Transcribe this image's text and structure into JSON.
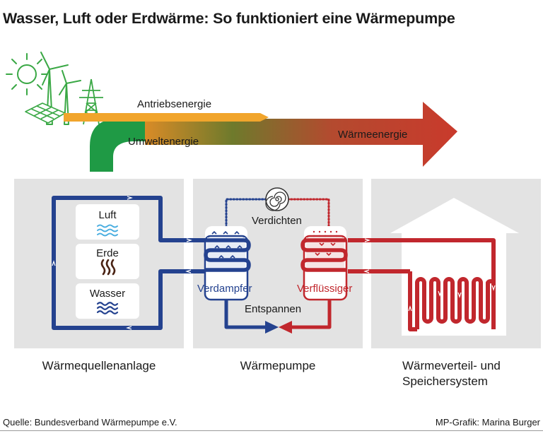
{
  "title": "Wasser, Luft oder Erdwärme: So funktioniert eine Wärmepumpe",
  "flow": {
    "drive_energy": "Antriebsenergie",
    "environment_energy": "Umweltenergie",
    "heat_energy": "Wärmeenergie"
  },
  "sources": {
    "air": "Luft",
    "earth": "Erde",
    "water": "Wasser"
  },
  "pump": {
    "compress": "Verdichten",
    "evaporator": "Verdampfer",
    "condenser": "Verflüssiger",
    "expand": "Entspannen"
  },
  "columns": {
    "source_system": "Wärmequellenanlage",
    "heat_pump": "Wärmepumpe",
    "distribution_line1": "Wärmeverteil- und",
    "distribution_line2": "Speichersystem"
  },
  "footer": {
    "source": "Quelle: Bundesverband Wärmepumpe e.V.",
    "credit": "MP-Grafik: Marina Burger"
  },
  "colors": {
    "blue": "#24428f",
    "red": "#c1272d",
    "green": "#1f9a45",
    "orange": "#f1a52c",
    "panel": "#e3e3e3",
    "icon_green": "#3aa845"
  },
  "icons": [
    "sun-icon",
    "wind-turbine-icon",
    "solar-panel-icon",
    "power-pylon-icon",
    "air-wave-icon",
    "earth-heat-icon",
    "water-wave-icon",
    "compressor-icon",
    "expansion-valve-icon",
    "house-icon"
  ]
}
